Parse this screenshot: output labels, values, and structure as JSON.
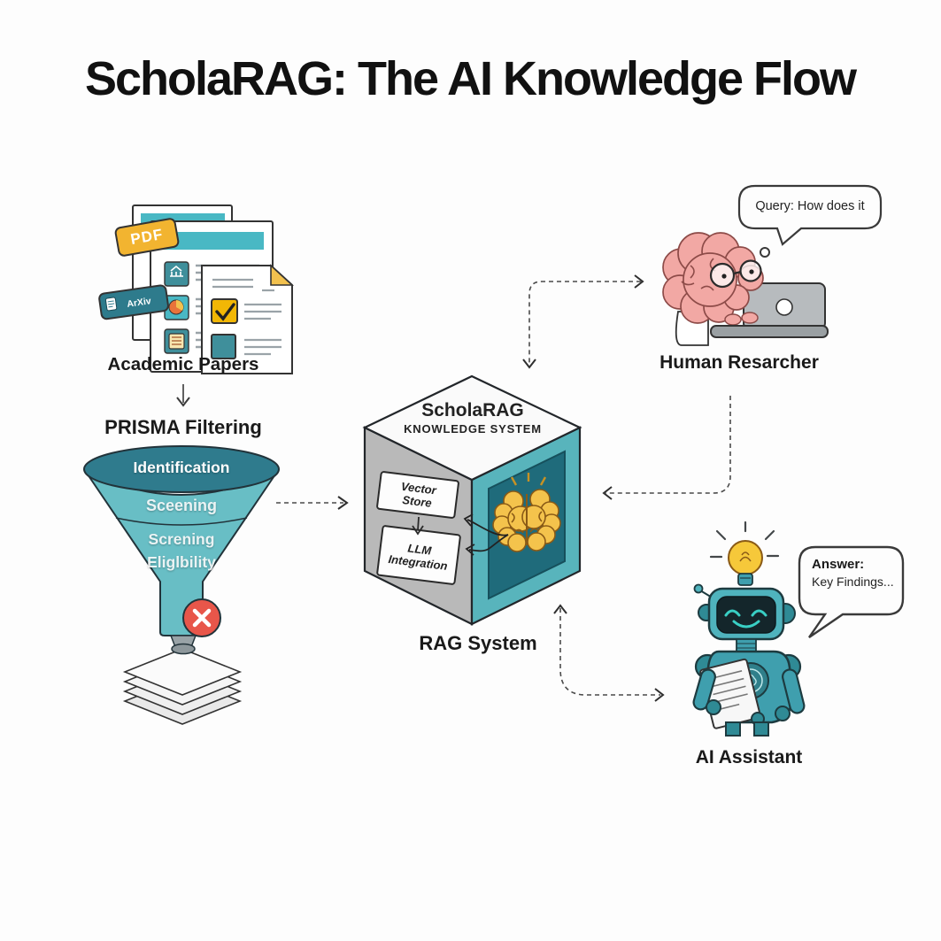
{
  "title": "ScholaRAG: The AI Knowledge Flow",
  "colors": {
    "teal": "#5cb6bd",
    "teal_dark": "#2e7b8c",
    "panel_dark": "#1f6b7b",
    "yellow": "#f2c14e",
    "red": "#e8564a",
    "pink": "#f2a8a4",
    "gray_face": "#b9b9b9",
    "ink": "#2a2a2a"
  },
  "papers_source": {
    "pdf_tag": "PDF",
    "arxiv_tag": "ArXiv",
    "label": "Academic Papers"
  },
  "prisma": {
    "heading": "PRISMA Filtering",
    "stage_identification": "Identification",
    "stage_screening": "Sceening",
    "stage_eligibility": "Screning\nEliglbility"
  },
  "rag": {
    "cube_title": "ScholaRAG",
    "cube_subtitle": "KNOWLEDGE SYSTEM",
    "module_vector": "Vector\nStore",
    "module_llm": "LLM\nIntegration",
    "label": "RAG System"
  },
  "researcher": {
    "bubble_text": "Query: How does it",
    "label": "Human Resarcher"
  },
  "assistant": {
    "bubble_title": "Answer:",
    "bubble_body": "Key Findings...",
    "label": "AI Assistant"
  }
}
